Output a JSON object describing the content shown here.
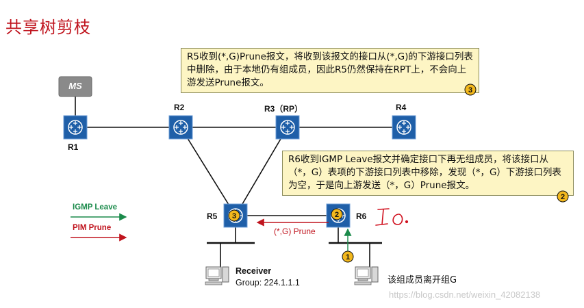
{
  "title": "共享树剪枝",
  "notes": {
    "step3": "R5收到(*,G)Prune报文，将收到该报文的接口从(*,G)的下游接口列表中删除，由于本地仍有组成员，因此R5仍然保持在RPT上，不会向上游发送Prune报文。",
    "step2": "R6收到IGMP Leave报文并确定接口下再无组成员，将该接口从（*，G）表项的下游接口列表中移除，发现（*，G）下游接口列表为空，于是向上游发送（*，G）Prune报文。"
  },
  "nodes": {
    "ms": "MS",
    "r1": "R1",
    "r2": "R2",
    "r3": "R3（RP）",
    "r4": "R4",
    "r5": "R5",
    "r6": "R6"
  },
  "legend": {
    "igmp_leave": "IGMP Leave",
    "pim_prune": "PIM Prune"
  },
  "receiver": {
    "title": "Receiver",
    "group": "Group: 224.1.1.1"
  },
  "leaving_member": "该组成员离开组G",
  "prune_message": "(*,G) Prune",
  "step_badges": [
    "1",
    "2",
    "3"
  ],
  "handwriting": "I0",
  "watermark": "https://blog.csdn.net/weixin_42082138",
  "colors": {
    "title": "#c0141e",
    "router": "#1f5fa8",
    "igmp_leave": "#1a8a4a",
    "pim_prune": "#c0141e",
    "badge": "#f3b81c",
    "note_bg": "#fdf5c4"
  }
}
